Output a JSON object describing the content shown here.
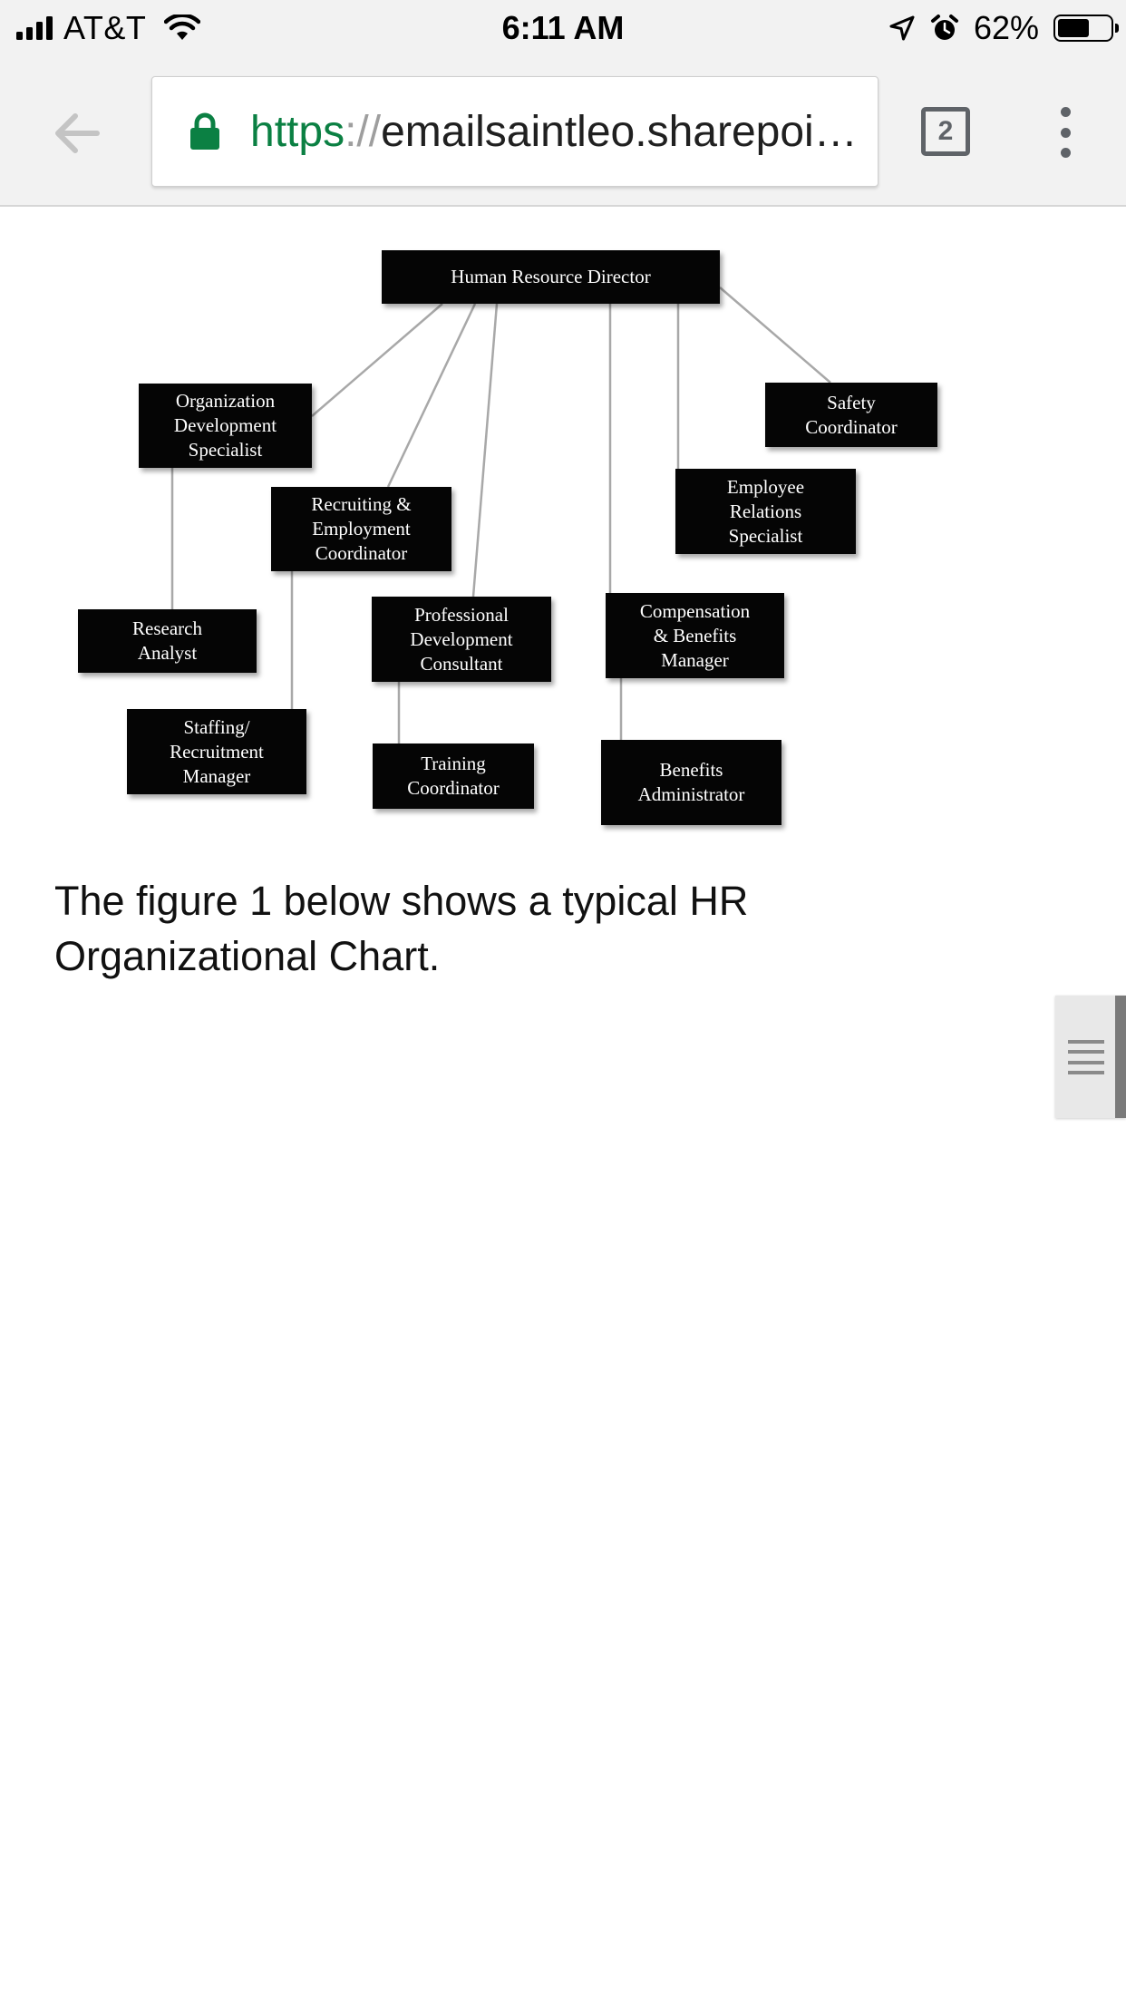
{
  "status_bar": {
    "carrier": "AT&T",
    "time": "6:11 AM",
    "battery_percent": "62%",
    "battery_level": 0.62,
    "icons": [
      "signal-icon",
      "wifi-icon",
      "location-arrow-icon",
      "alarm-icon",
      "battery-icon"
    ]
  },
  "browser": {
    "url_scheme": "https",
    "url_separator": "://",
    "url_host": "emailsaintleo.sharepoi…",
    "tab_count": "2",
    "icons": [
      "back-arrow-icon",
      "lock-icon",
      "tab-switcher-icon",
      "more-vert-icon"
    ],
    "colors": {
      "secure": "#0b8043",
      "chrome": "#f2f2f2",
      "icon": "#5f6368"
    }
  },
  "org_chart": {
    "director": "Human Resource Director",
    "org_dev_specialist": "Organization\nDevelopment\nSpecialist",
    "recruiting_coordinator": "Recruiting &\nEmployment\nCoordinator",
    "research_analyst": "Research\nAnalyst",
    "staffing_manager": "Staffing/\nRecruitment\nManager",
    "prof_dev_consultant": "Professional\nDevelopment\nConsultant",
    "training_coordinator": "Training\nCoordinator",
    "comp_benefits_manager": "Compensation\n& Benefits\nManager",
    "benefits_administrator": "Benefits\nAdministrator",
    "employee_relations": "Employee\nRelations\nSpecialist",
    "safety_coordinator": "Safety\nCoordinator"
  },
  "caption": "The figure 1 below shows a typical HR\nOrganizational Chart."
}
